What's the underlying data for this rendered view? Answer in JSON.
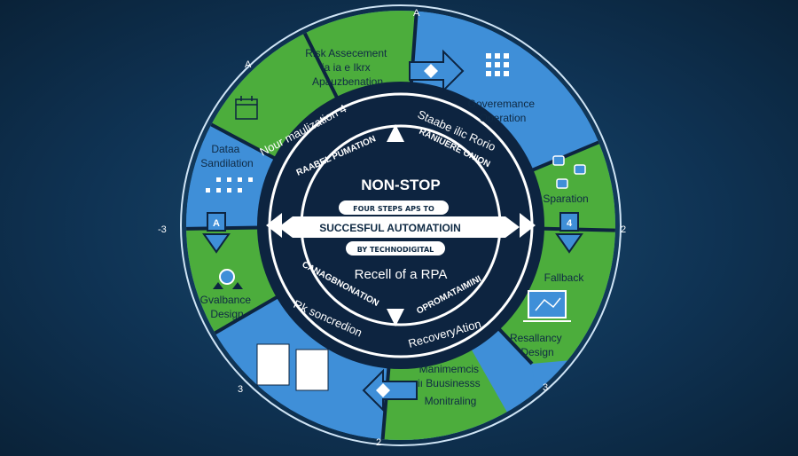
{
  "center": {
    "title": "NON-STOP",
    "banner_top": "FOUR STEPS APS TO",
    "banner_main": "SUCCESFUL AUTOMATIOIN",
    "banner_small": "BY TECHNODIGITAL",
    "subtitle": "Recell of a RPA"
  },
  "ring_text": {
    "top_left": "Nour maulization 4",
    "top_right": "Staabe ilic Rorio",
    "inner_top_left": "RAABEL PUMATION",
    "inner_top_right": "RANIUERE ONION",
    "inner_bottom_left": "CANAGBNONATION",
    "inner_bottom_right": "OPROMATAIMINI",
    "bottom_left": "Rk soncredion",
    "bottom_right": "RecoveryAtion"
  },
  "segments": {
    "risk": [
      "Risk Assecement",
      "ia ia e Ikrx",
      "Apauzbenation"
    ],
    "governance": [
      "Goveremance",
      "Operation"
    ],
    "data": [
      "Dataa",
      "Sandilation"
    ],
    "separation": [
      "Sparation"
    ],
    "gvalbance": [
      "Gvalbance",
      "Design"
    ],
    "fallback": [
      "Fallback"
    ],
    "resiliency": [
      "Resallancy",
      "Design"
    ],
    "business": [
      "Manimemcis",
      "iı Buusinesss",
      "Monitraling"
    ]
  },
  "markers": {
    "top": "A",
    "top_left": "A",
    "left": "-3",
    "right": "2",
    "bottom": "2",
    "bottom_left": "3",
    "bottom_right": "3",
    "arrow_left": "A",
    "arrow_right": "4"
  },
  "colors": {
    "green": "#4cad3c",
    "blue": "#3f8fd8",
    "navy": "#0d2440",
    "white": "#ffffff"
  }
}
